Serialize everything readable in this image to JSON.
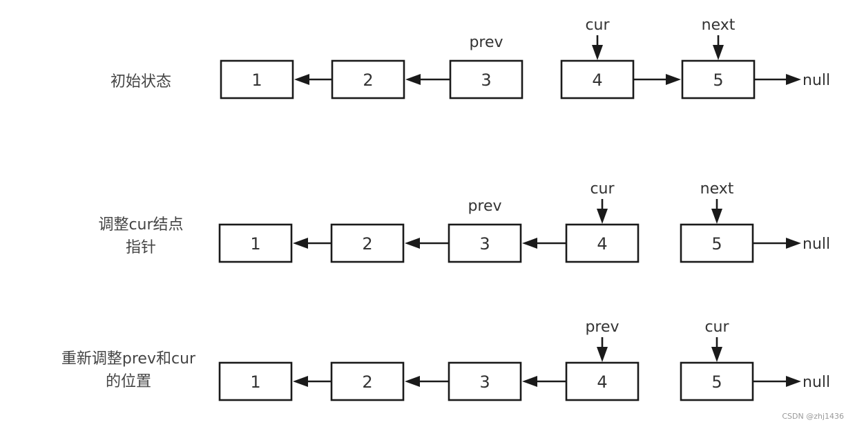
{
  "rows": [
    {
      "label_lines": [
        "初始状态"
      ],
      "nodes": [
        "1",
        "2",
        "3",
        "4",
        "5"
      ],
      "links": [
        {
          "from": 1,
          "to": 0
        },
        {
          "from": 2,
          "to": 1
        },
        {
          "from": 3,
          "to": 4
        },
        {
          "from": 4,
          "to": "null"
        }
      ],
      "pointers": [
        {
          "name": "prev",
          "node": 2,
          "arrow": false
        },
        {
          "name": "cur",
          "node": 3,
          "arrow": true
        },
        {
          "name": "next",
          "node": 4,
          "arrow": true
        }
      ],
      "null_label": "null"
    },
    {
      "label_lines": [
        "调整cur结点",
        "指针"
      ],
      "nodes": [
        "1",
        "2",
        "3",
        "4",
        "5"
      ],
      "links": [
        {
          "from": 1,
          "to": 0
        },
        {
          "from": 2,
          "to": 1
        },
        {
          "from": 3,
          "to": 2
        },
        {
          "from": 4,
          "to": "null"
        }
      ],
      "pointers": [
        {
          "name": "prev",
          "node": 2,
          "arrow": false
        },
        {
          "name": "cur",
          "node": 3,
          "arrow": true
        },
        {
          "name": "next",
          "node": 4,
          "arrow": true
        }
      ],
      "null_label": "null"
    },
    {
      "label_lines": [
        "重新调整prev和cur",
        "的位置"
      ],
      "nodes": [
        "1",
        "2",
        "3",
        "4",
        "5"
      ],
      "links": [
        {
          "from": 1,
          "to": 0
        },
        {
          "from": 2,
          "to": 1
        },
        {
          "from": 3,
          "to": 2
        },
        {
          "from": 4,
          "to": "null"
        }
      ],
      "pointers": [
        {
          "name": "prev",
          "node": 3,
          "arrow": true
        },
        {
          "name": "cur",
          "node": 4,
          "arrow": true
        }
      ],
      "null_label": "null"
    }
  ],
  "watermark": "CSDN @zhj1436"
}
